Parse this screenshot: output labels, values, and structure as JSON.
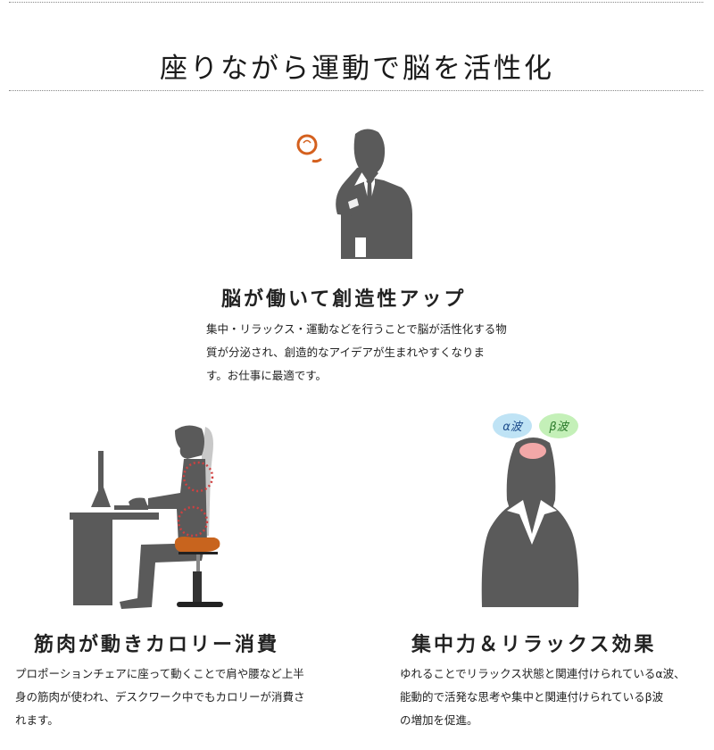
{
  "header": {
    "title": "座りながら運動で脳を活性化"
  },
  "sections": [
    {
      "id": "creativity",
      "title": "脳が働いて創造性アップ",
      "body_lines": [
        "集中・リラックス・運動などを行うことで脳が活性化する物",
        "質が分泌され、創造的なアイデアが生まれやすくなりま",
        "す。お仕事に最適です。"
      ],
      "illustration": "thinking-businessman-with-lightbulb"
    },
    {
      "id": "calories",
      "title": "筋肉が動きカロリー消費",
      "body_lines": [
        "プロポーションチェアに座って動くことで肩や腰など上半",
        "身の筋肉が使われ、デスクワーク中でもカロリーが消費さ",
        "れます。"
      ],
      "illustration": "person-at-desk-on-balance-chair"
    },
    {
      "id": "focus",
      "title": "集中力＆リラックス効果",
      "body_lines": [
        "ゆれることでリラックス状態と関連付けられているα波、",
        "能動的で活発な思考や集中と関連付けられているβ波",
        "の増加を促進。"
      ],
      "illustration": "woman-with-brain-waves",
      "badges": {
        "alpha": "α波",
        "beta": "β波"
      }
    }
  ],
  "colors": {
    "silhouette": "#5a5a5a",
    "accent_orange": "#d4601e",
    "seat_orange": "#c8641e",
    "dotted_circle": "#d04040",
    "alpha_bubble": "#bfe3f5",
    "beta_bubble": "#c4f0b8",
    "brain_pink": "#f2a8a8"
  }
}
